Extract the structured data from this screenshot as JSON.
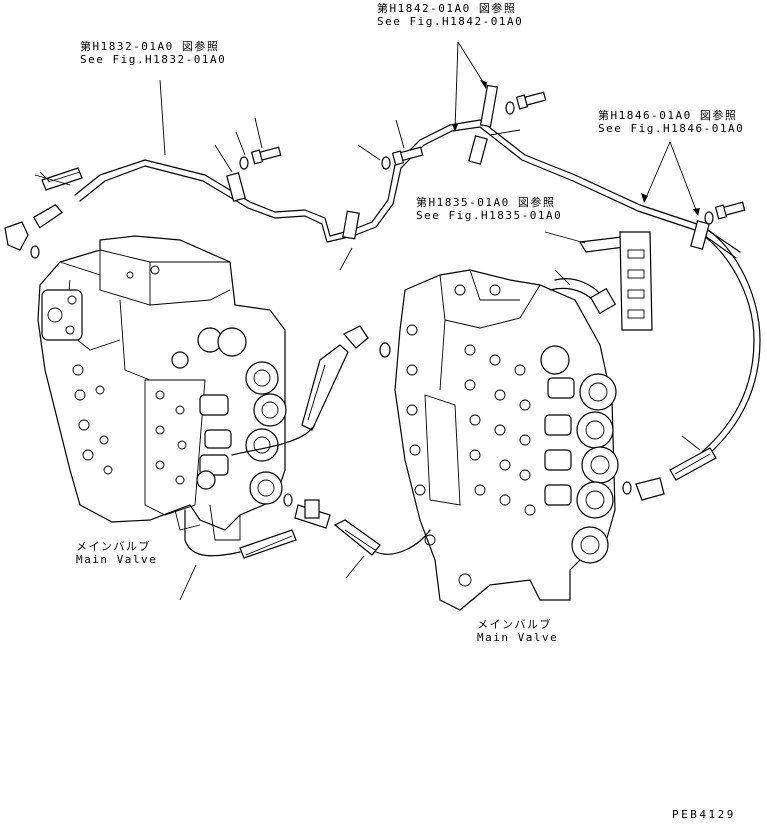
{
  "references": {
    "h1832": {
      "jp": "第H1832-01A0 図参照",
      "en": "See Fig.H1832-01A0"
    },
    "h1842": {
      "jp": "第H1842-01A0 図参照",
      "en": "See Fig.H1842-01A0"
    },
    "h1846": {
      "jp": "第H1846-01A0 図参照",
      "en": "See Fig.H1846-01A0"
    },
    "h1835": {
      "jp": "第H1835-01A0 図参照",
      "en": "See Fig.H1835-01A0"
    }
  },
  "valves": {
    "left": {
      "jp": "メインバルブ",
      "en": "Main Valve"
    },
    "right": {
      "jp": "メインバルブ",
      "en": "Main Valve"
    }
  },
  "drawing_code": "PEB4129"
}
